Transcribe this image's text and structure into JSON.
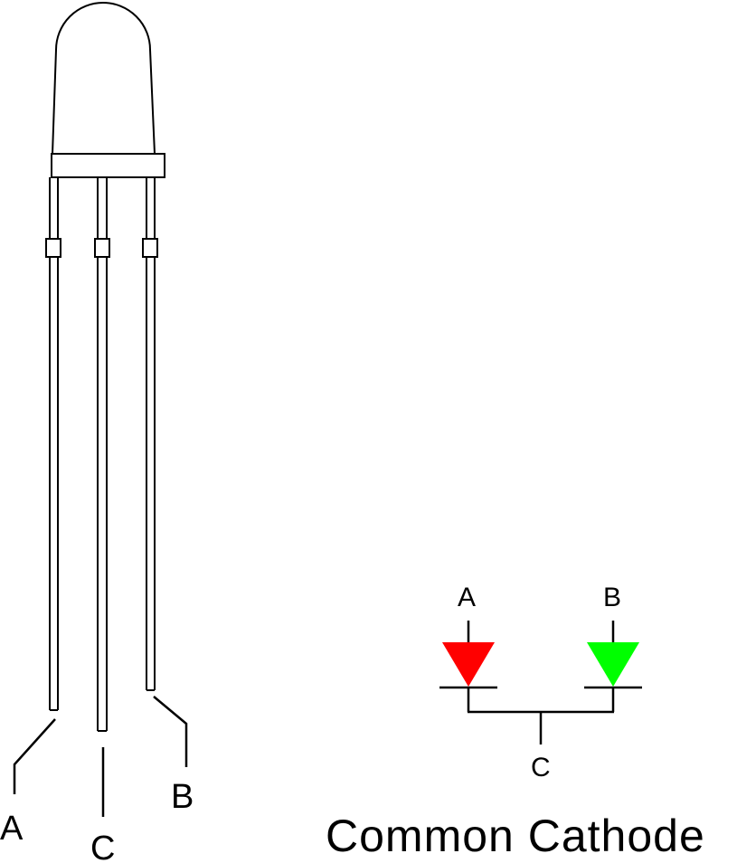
{
  "led_package": {
    "pins": [
      {
        "id": "anode_a",
        "label": "A"
      },
      {
        "id": "common_cathode",
        "label": "C"
      },
      {
        "id": "anode_b",
        "label": "B"
      }
    ]
  },
  "schematic": {
    "diodes": [
      {
        "id": "diode_a",
        "label": "A",
        "color": "#ff0000"
      },
      {
        "id": "diode_b",
        "label": "B",
        "color": "#00ff00"
      }
    ],
    "cathode_label": "C"
  },
  "caption": "Common Cathode"
}
